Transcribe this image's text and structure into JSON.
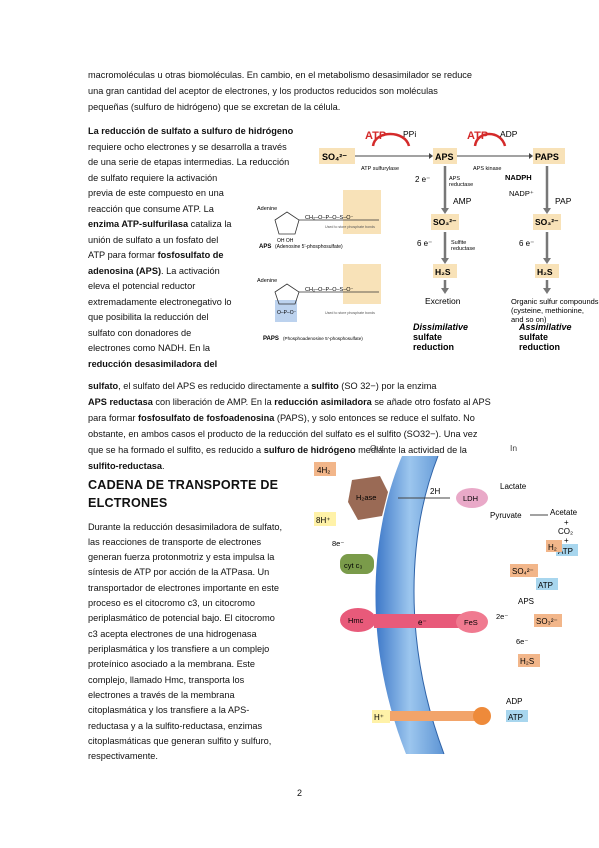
{
  "intro": {
    "l1": "macromoléculas u otras biomoléculas. En cambio, en el metabolismo desasimilador se reduce",
    "l2": "una gran cantidad del aceptor de electrones, y los productos reducidos son moléculas",
    "l3": "pequeñas (sulfuro de hidrógeno) que se excretan de la célula."
  },
  "sulfate": {
    "l1b": "La reducción de sulfato a sulfuro de hidrógeno",
    "l2": "requiere ocho electrones y se desarrolla a través",
    "l3": "de una serie de etapas intermedias. La reducción",
    "l4": "de sulfato requiere la activación",
    "l5": "previa de este compuesto en una",
    "l6": "reacción que consume ATP. La",
    "l7b": "enzima ATP-sulfurilasa",
    "l7": " cataliza la",
    "l8": "unión de sulfato a un fosfato del",
    "l9a": "ATP para formar ",
    "l9b": "fosfosulfato de",
    "l10b": "adenosina (APS)",
    "l10": ". La activación",
    "l11": "eleva el potencial reductor",
    "l12": "extremadamente electronegativo lo",
    "l13": "que posibilita la reducción del",
    "l14": "sulfato con donadores de",
    "l15": "electrones como NADH. En la",
    "l16b": "reducción desasimiladora del",
    "l17b": "sulfato",
    "l17a": ", el sulfato del APS es reducido directamente a ",
    "l17c": "sulfito",
    "l17d": " (SO 32−)  por la enzima",
    "l18b": "APS reductasa",
    "l18a": " con liberación de AMP. En la ",
    "l18c": "reducción asimiladora",
    "l18d": " se añade otro fosfato al APS",
    "l19a": "para formar ",
    "l19b": "fosfosulfato de fosfoadenosina",
    "l19c": " (PAPS), y solo entonces se reduce el sulfato. No",
    "l20": "obstante, en ambos casos el producto de la reducción del sulfato es el sulfito (SO32−). Una vez",
    "l21a": "que se ha formado el sulfito, es reducido a ",
    "l21b": "sulfuro de hidrógeno",
    "l21c": " mediante la actividad de la",
    "l22b": "sulfito-reductasa",
    "l22": "."
  },
  "section2": {
    "title1": "CADENA DE TRANSPORTE DE",
    "title2": "ELCTRONES",
    "l1": "Durante la reducción desasimiladora de sulfato,",
    "l2": "las reacciones de transporte de electrones",
    "l3": "generan fuerza protonmotriz y esta impulsa la",
    "l4": "síntesis de ATP por acción de la ATPasa. Un",
    "l5": "transportador de electrones importante en este",
    "l6": "proceso es el citocromo c3, un citocromo",
    "l7": "periplasmático de potencial bajo. El citocromo",
    "l8": "c3 acepta electrones de una hidrogenasa",
    "l9": "periplasmática y los transfiere a un complejo",
    "l10": "proteínico asociado a la membrana. Este",
    "l11": "complejo, llamado Hmc, transporta los",
    "l12": "electrones a través de la membrana",
    "l13": "citoplasmática y los transfiere a la APS-",
    "l14": "reductasa y a la sulfito-reductasa, enzimas",
    "l15": "citoplasmáticas que generan sulfito y sulfuro,",
    "l16": "respectivamente."
  },
  "fig1": {
    "atp1": "ATP",
    "ppi": "PPi",
    "atp2": "ATP",
    "adp": "ADP",
    "so4": "SO₄²⁻",
    "aps": "APS",
    "paps": "PAPS",
    "enz1": "ATP sulfurylase",
    "enz2": "APS kinase",
    "e2": "2 e⁻",
    "apsred1": "APS",
    "apsred2": "reductase",
    "amp": "AMP",
    "nadph": "NADPH",
    "nadp": "NADP⁺",
    "pap": "PAP",
    "so3a": "SO₃²⁻",
    "so3b": "SO₃²⁻",
    "e6a": "6 e⁻",
    "e6b": "6 e⁻",
    "sr1": "Sulfite",
    "sr2": "reductase",
    "h2sa": "H₂S",
    "h2sb": "H₂S",
    "excretion": "Excretion",
    "org1": "Organic sulfur compounds",
    "org2": "(cysteine, methionine,",
    "org3": "and so on)",
    "dis1": "Dissimilative",
    "dis2": "sulfate",
    "dis3": "reduction",
    "as1": "Assimilative",
    "as2": "sulfate",
    "as3": "reduction",
    "adenine1": "Adenine",
    "apslabel": "APS",
    "apsname": "(Adenosine 5'-phosphosulfate)",
    "adenine2": "Adenine",
    "papslabel": "PAPS",
    "papsname": "(Phosphoadenosine 5'-phosphosulfate)",
    "bond1": "Used to store phosphate bonds",
    "bond2": "Used to store phosphate bonds"
  },
  "fig2": {
    "out": "Out",
    "in": "In",
    "h4": "4H₂",
    "h8": "8H⁺",
    "e8": "8e⁻",
    "hase": "H₂ase",
    "cytc3": "cyt c₃",
    "hmc": "Hmc",
    "eminus": "e⁻",
    "fes": "FeS",
    "twoh": "2H",
    "ldh": "LDH",
    "lactate": "Lactate",
    "pyruvate": "Pyruvate",
    "acetate": "Acetate",
    "plus1": "+",
    "co2": "CO₂",
    "plus2": "+",
    "atp1": "ATP",
    "h2": "H₂",
    "so4": "SO₄²⁻",
    "atp2": "ATP",
    "aps": "APS",
    "e2": "2e⁻",
    "so3": "SO₃²⁻",
    "e6": "6e⁻",
    "h2s": "H₂S",
    "hplus": "H⁺",
    "adp": "ADP",
    "atp3": "ATP"
  },
  "page": "2"
}
